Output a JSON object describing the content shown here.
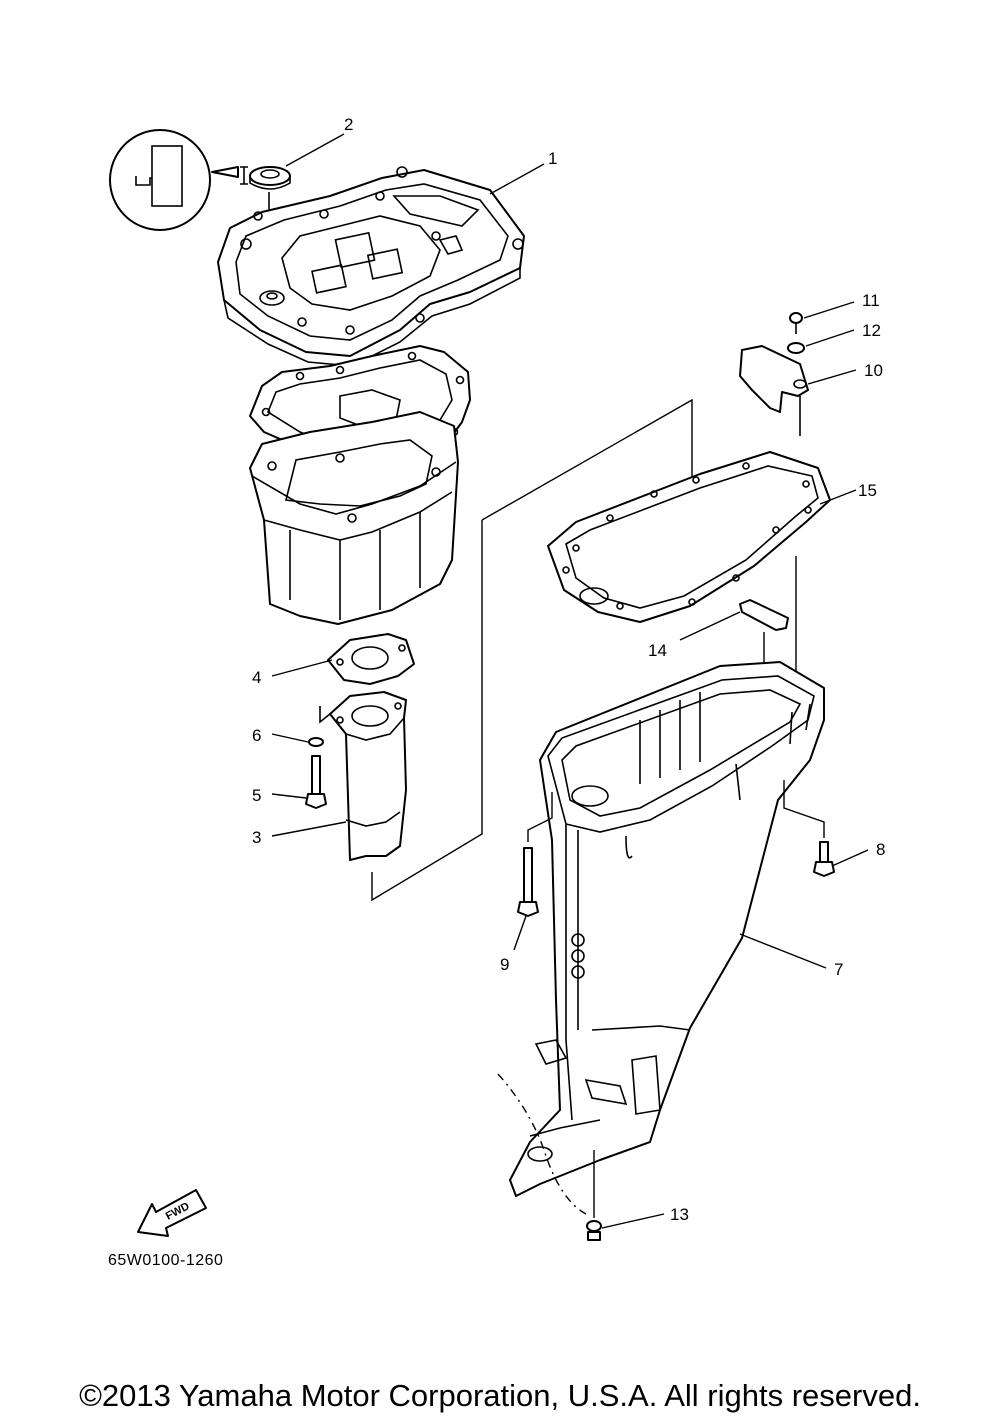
{
  "diagram": {
    "callouts": [
      "1",
      "2",
      "3",
      "4",
      "5",
      "6",
      "7",
      "8",
      "9",
      "10",
      "11",
      "12",
      "13",
      "14",
      "15"
    ],
    "fwd_label": "FWD",
    "code": "65W0100-1260"
  },
  "footer": {
    "copyright": "©2013 Yamaha Motor Corporation, U.S.A. All rights reserved."
  }
}
